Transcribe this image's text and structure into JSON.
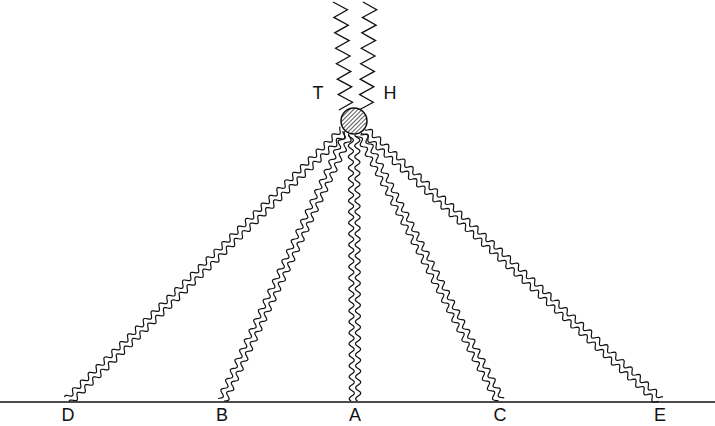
{
  "diagram": {
    "labels": [
      "T",
      "H",
      "D",
      "B",
      "A",
      "C",
      "E"
    ]
  }
}
